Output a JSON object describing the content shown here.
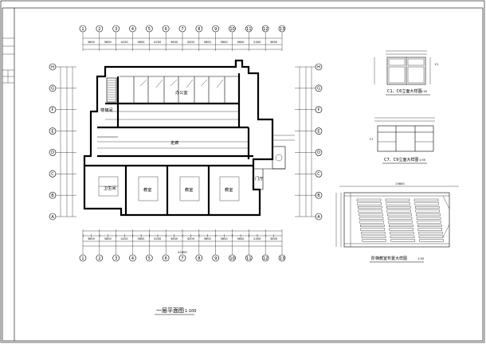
{
  "title_block": {
    "frame_note": ""
  },
  "main_plan": {
    "title": "一层平面图",
    "scale": "1:100",
    "top_axes": [
      "1",
      "2",
      "3",
      "4",
      "5",
      "6",
      "7",
      "8",
      "9",
      "10",
      "11",
      "12",
      "13"
    ],
    "top_dims": [
      "3600",
      "3600",
      "4200",
      "3600",
      "4200",
      "3600",
      "4200",
      "3600",
      "3600",
      "3600",
      "2400",
      "3600"
    ],
    "total_dim": "42900",
    "left_axes": [
      "H",
      "G",
      "F",
      "E",
      "D",
      "C",
      "B",
      "A"
    ],
    "rooms": {
      "classroom_1": "教室",
      "classroom_2": "教室",
      "classroom_3": "教室",
      "toilet": "卫生间",
      "office": "办公室",
      "corridor": "走廊",
      "stair": "楼梯间",
      "hall": "门厅"
    }
  },
  "detail_c1": {
    "title": "C1、C6立面大样图",
    "scale": "1:50",
    "tag": "C1"
  },
  "detail_c7": {
    "title": "C7、C9立面大样图",
    "scale": "1:50",
    "tag": "C7"
  },
  "detail_lecture": {
    "title": "阶梯教室布置大样图",
    "scale": "1:50",
    "width_dim": "15600"
  }
}
